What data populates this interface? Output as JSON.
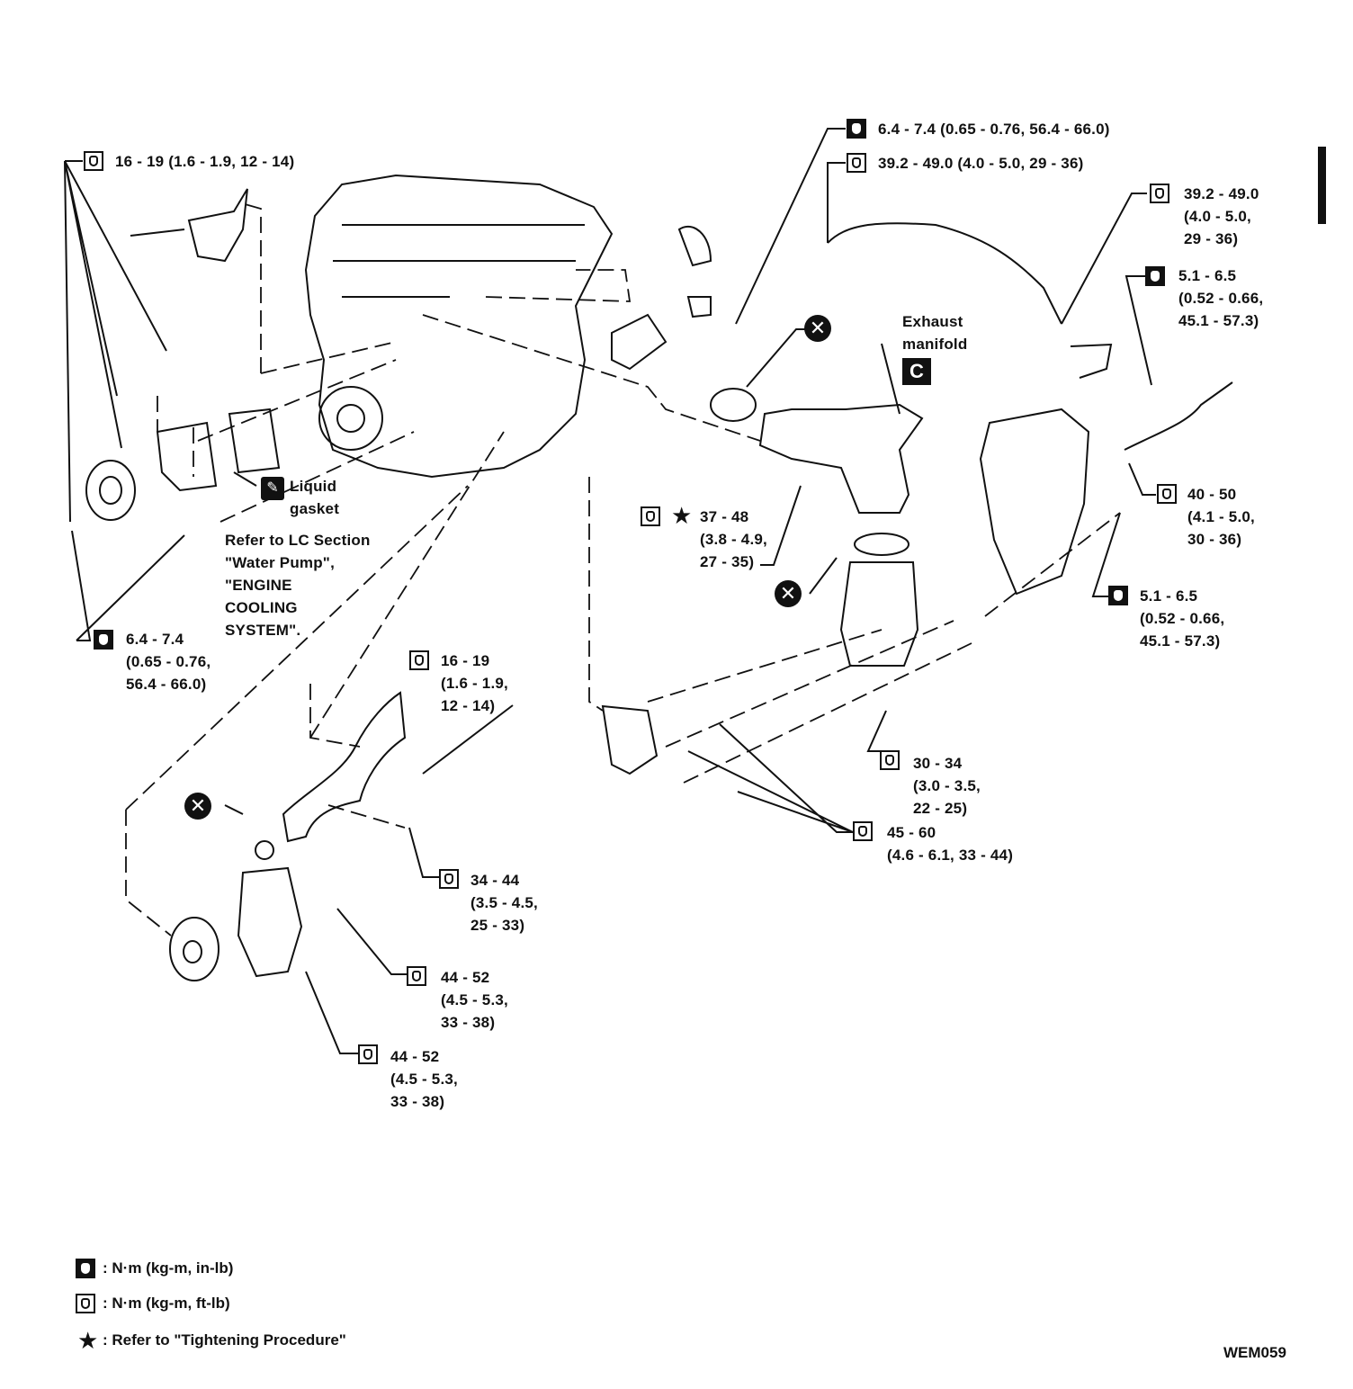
{
  "figure_code": "WEM059",
  "torque_labels": [
    {
      "id": "t1",
      "lines": [
        "16 - 19 (1.6 - 1.9, 12 - 14)"
      ]
    },
    {
      "id": "t2",
      "lines": [
        "6.4 - 7.4 (0.65 - 0.76, 56.4 - 66.0)"
      ]
    },
    {
      "id": "t3",
      "lines": [
        "39.2 - 49.0 (4.0 - 5.0, 29 - 36)"
      ]
    },
    {
      "id": "t4",
      "lines": [
        "39.2 - 49.0",
        "(4.0 - 5.0,",
        "29 - 36)"
      ]
    },
    {
      "id": "t5",
      "lines": [
        "5.1 - 6.5",
        "(0.52 - 0.66,",
        "45.1 - 57.3)"
      ]
    },
    {
      "id": "t6",
      "lines": [
        "40 - 50",
        "(4.1 - 5.0,",
        "30 - 36)"
      ]
    },
    {
      "id": "t7",
      "lines": [
        "5.1 - 6.5",
        "(0.52 - 0.66,",
        "45.1 - 57.3)"
      ]
    },
    {
      "id": "t8",
      "lines": [
        "37 - 48",
        "(3.8 - 4.9,",
        "27 - 35)"
      ]
    },
    {
      "id": "t9",
      "lines": [
        "6.4 - 7.4",
        "(0.65 - 0.76,",
        "56.4 - 66.0)"
      ]
    },
    {
      "id": "t10",
      "lines": [
        "16 - 19",
        "(1.6 - 1.9,",
        "12 - 14)"
      ]
    },
    {
      "id": "t11",
      "lines": [
        "30 - 34",
        "(3.0 - 3.5,",
        "22 - 25)"
      ]
    },
    {
      "id": "t12",
      "lines": [
        "45 - 60",
        "(4.6 - 6.1, 33 - 44)"
      ]
    },
    {
      "id": "t13",
      "lines": [
        "34 - 44",
        "(3.5 - 4.5,",
        "25 - 33)"
      ]
    },
    {
      "id": "t14",
      "lines": [
        "44 - 52",
        "(4.5 - 5.3,",
        "33 - 38)"
      ]
    },
    {
      "id": "t15",
      "lines": [
        "44 - 52",
        "(4.5 - 5.3,",
        "33 - 38)"
      ]
    }
  ],
  "callouts": {
    "exhaust_manifold": [
      "Exhaust",
      "manifold"
    ],
    "liquid_gasket": [
      "Liquid",
      "gasket"
    ],
    "water_pump_ref": [
      "Refer to LC Section",
      "\"Water Pump\",",
      "\"ENGINE",
      "COOLING",
      "SYSTEM\"."
    ],
    "c_box": "C",
    "x_symbol": "✕"
  },
  "legend": {
    "in_lb": ": N·m (kg-m, in-lb)",
    "ft_lb": ": N·m (kg-m, ft-lb)",
    "star": ": Refer to \"Tightening Procedure\""
  },
  "icons": {
    "torque_in_lb": "torque-in-lb-icon",
    "torque_ft_lb": "torque-ft-lb-icon",
    "star": "star-icon"
  }
}
